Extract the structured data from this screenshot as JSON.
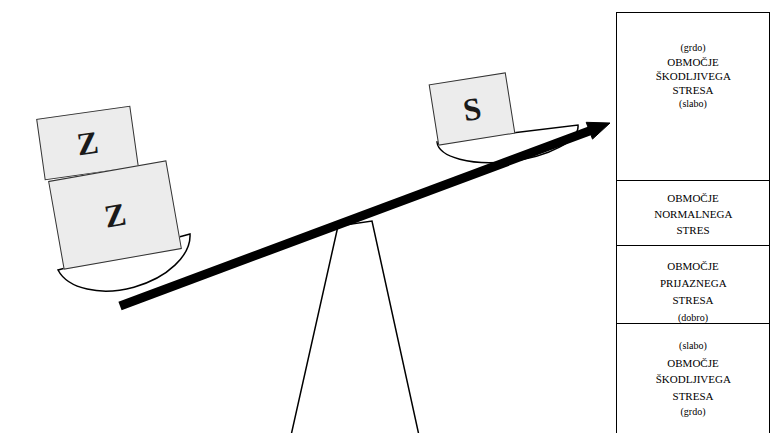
{
  "diagram": {
    "nodes": [
      {
        "text": [
          "Z"
        ]
      },
      {
        "text": [
          "Z"
        ]
      },
      {
        "text": [
          "S"
        ]
      },
      {
        "text": [
          "(grdo)",
          "OBMOČJE ŠKODLJIVEGA STRESA",
          "(slabo)"
        ]
      },
      {
        "text": [
          "OBMOČJE NORMALNEGA STRES"
        ]
      },
      {
        "text": [
          "OBMOČJE PRIJAZNEGA STRESA",
          "(dobro)"
        ]
      },
      {
        "text": [
          "(slabo)",
          "OBMOČJE ŠKODLJIVEGA STRESA",
          "(grdo)"
        ]
      }
    ]
  }
}
